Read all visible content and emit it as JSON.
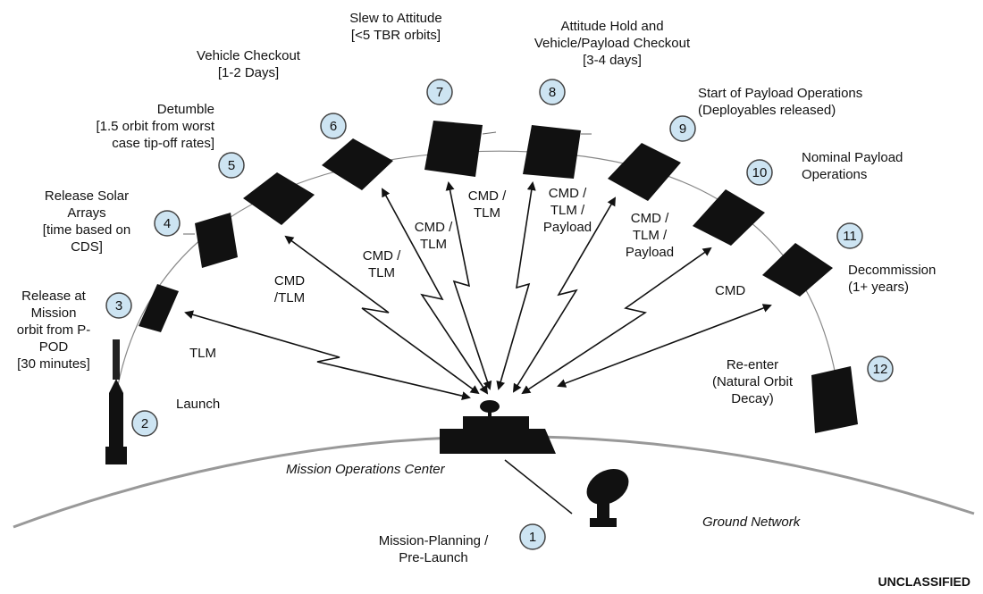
{
  "steps": [
    {
      "num": "1",
      "label": "Mission-Planning /\nPre-Launch"
    },
    {
      "num": "2",
      "label": "Launch"
    },
    {
      "num": "3",
      "label": "Release at\nMission\norbit from P-\nPOD\n[30 minutes]"
    },
    {
      "num": "4",
      "label": "Release Solar\nArrays\n[time based on\nCDS]"
    },
    {
      "num": "5",
      "label": "Detumble\n[1.5 orbit from worst\ncase tip-off rates]"
    },
    {
      "num": "6",
      "label": "Vehicle Checkout\n[1-2 Days]"
    },
    {
      "num": "7",
      "label": "Slew to Attitude\n[<5 TBR orbits]"
    },
    {
      "num": "8",
      "label": "Attitude Hold and\nVehicle/Payload Checkout\n[3-4 days]"
    },
    {
      "num": "9",
      "label": "Start of Payload Operations\n(Deployables released)"
    },
    {
      "num": "10",
      "label": "Nominal Payload\nOperations"
    },
    {
      "num": "11",
      "label": "Decommission\n(1+ years)"
    },
    {
      "num": "12",
      "label": "Re-enter\n(Natural Orbit\nDecay)"
    }
  ],
  "links": {
    "l3": "TLM",
    "l4": "CMD\n/TLM",
    "l5": "CMD /\nTLM",
    "l6": "CMD /\nTLM",
    "l7": "CMD /\nTLM",
    "l8": "CMD /\nTLM /\nPayload",
    "l9": "CMD /\nTLM /\nPayload",
    "l10": "CMD"
  },
  "mission_ops_center": "Mission Operations Center",
  "ground_network": "Ground Network",
  "classification": "UNCLASSIFIED"
}
